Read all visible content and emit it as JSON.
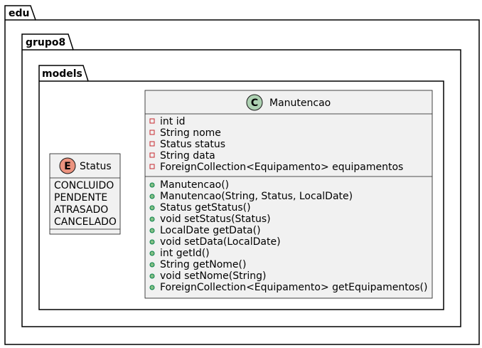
{
  "packages": {
    "outer": {
      "name": "edu"
    },
    "middle": {
      "name": "grupo8"
    },
    "inner": {
      "name": "models"
    }
  },
  "enum": {
    "name": "Status",
    "stereotype_letter": "E",
    "stereotype_color": "#EB937F",
    "values": [
      "CONCLUIDO",
      "PENDENTE",
      "ATRASADO",
      "CANCELADO"
    ]
  },
  "class": {
    "name": "Manutencao",
    "stereotype_letter": "C",
    "stereotype_color": "#ADD1B2",
    "attributes": [
      {
        "visibility": "private",
        "text": "int id"
      },
      {
        "visibility": "private",
        "text": "String nome"
      },
      {
        "visibility": "private",
        "text": "Status status"
      },
      {
        "visibility": "private",
        "text": "String data"
      },
      {
        "visibility": "private",
        "text": "ForeignCollection<Equipamento> equipamentos"
      }
    ],
    "methods": [
      {
        "visibility": "public",
        "text": "Manutencao()"
      },
      {
        "visibility": "public",
        "text": "Manutencao(String, Status, LocalDate)"
      },
      {
        "visibility": "public",
        "text": "Status getStatus()"
      },
      {
        "visibility": "public",
        "text": "void setStatus(Status)"
      },
      {
        "visibility": "public",
        "text": "LocalDate getData()"
      },
      {
        "visibility": "public",
        "text": "void setData(LocalDate)"
      },
      {
        "visibility": "public",
        "text": "int getId()"
      },
      {
        "visibility": "public",
        "text": "String getNome()"
      },
      {
        "visibility": "public",
        "text": "void setNome(String)"
      },
      {
        "visibility": "public",
        "text": "ForeignCollection<Equipamento> getEquipamentos()"
      }
    ]
  },
  "colors": {
    "box_fill": "#F1F1F1",
    "private_marker": "#C82930",
    "public_marker": "#84BE84"
  }
}
